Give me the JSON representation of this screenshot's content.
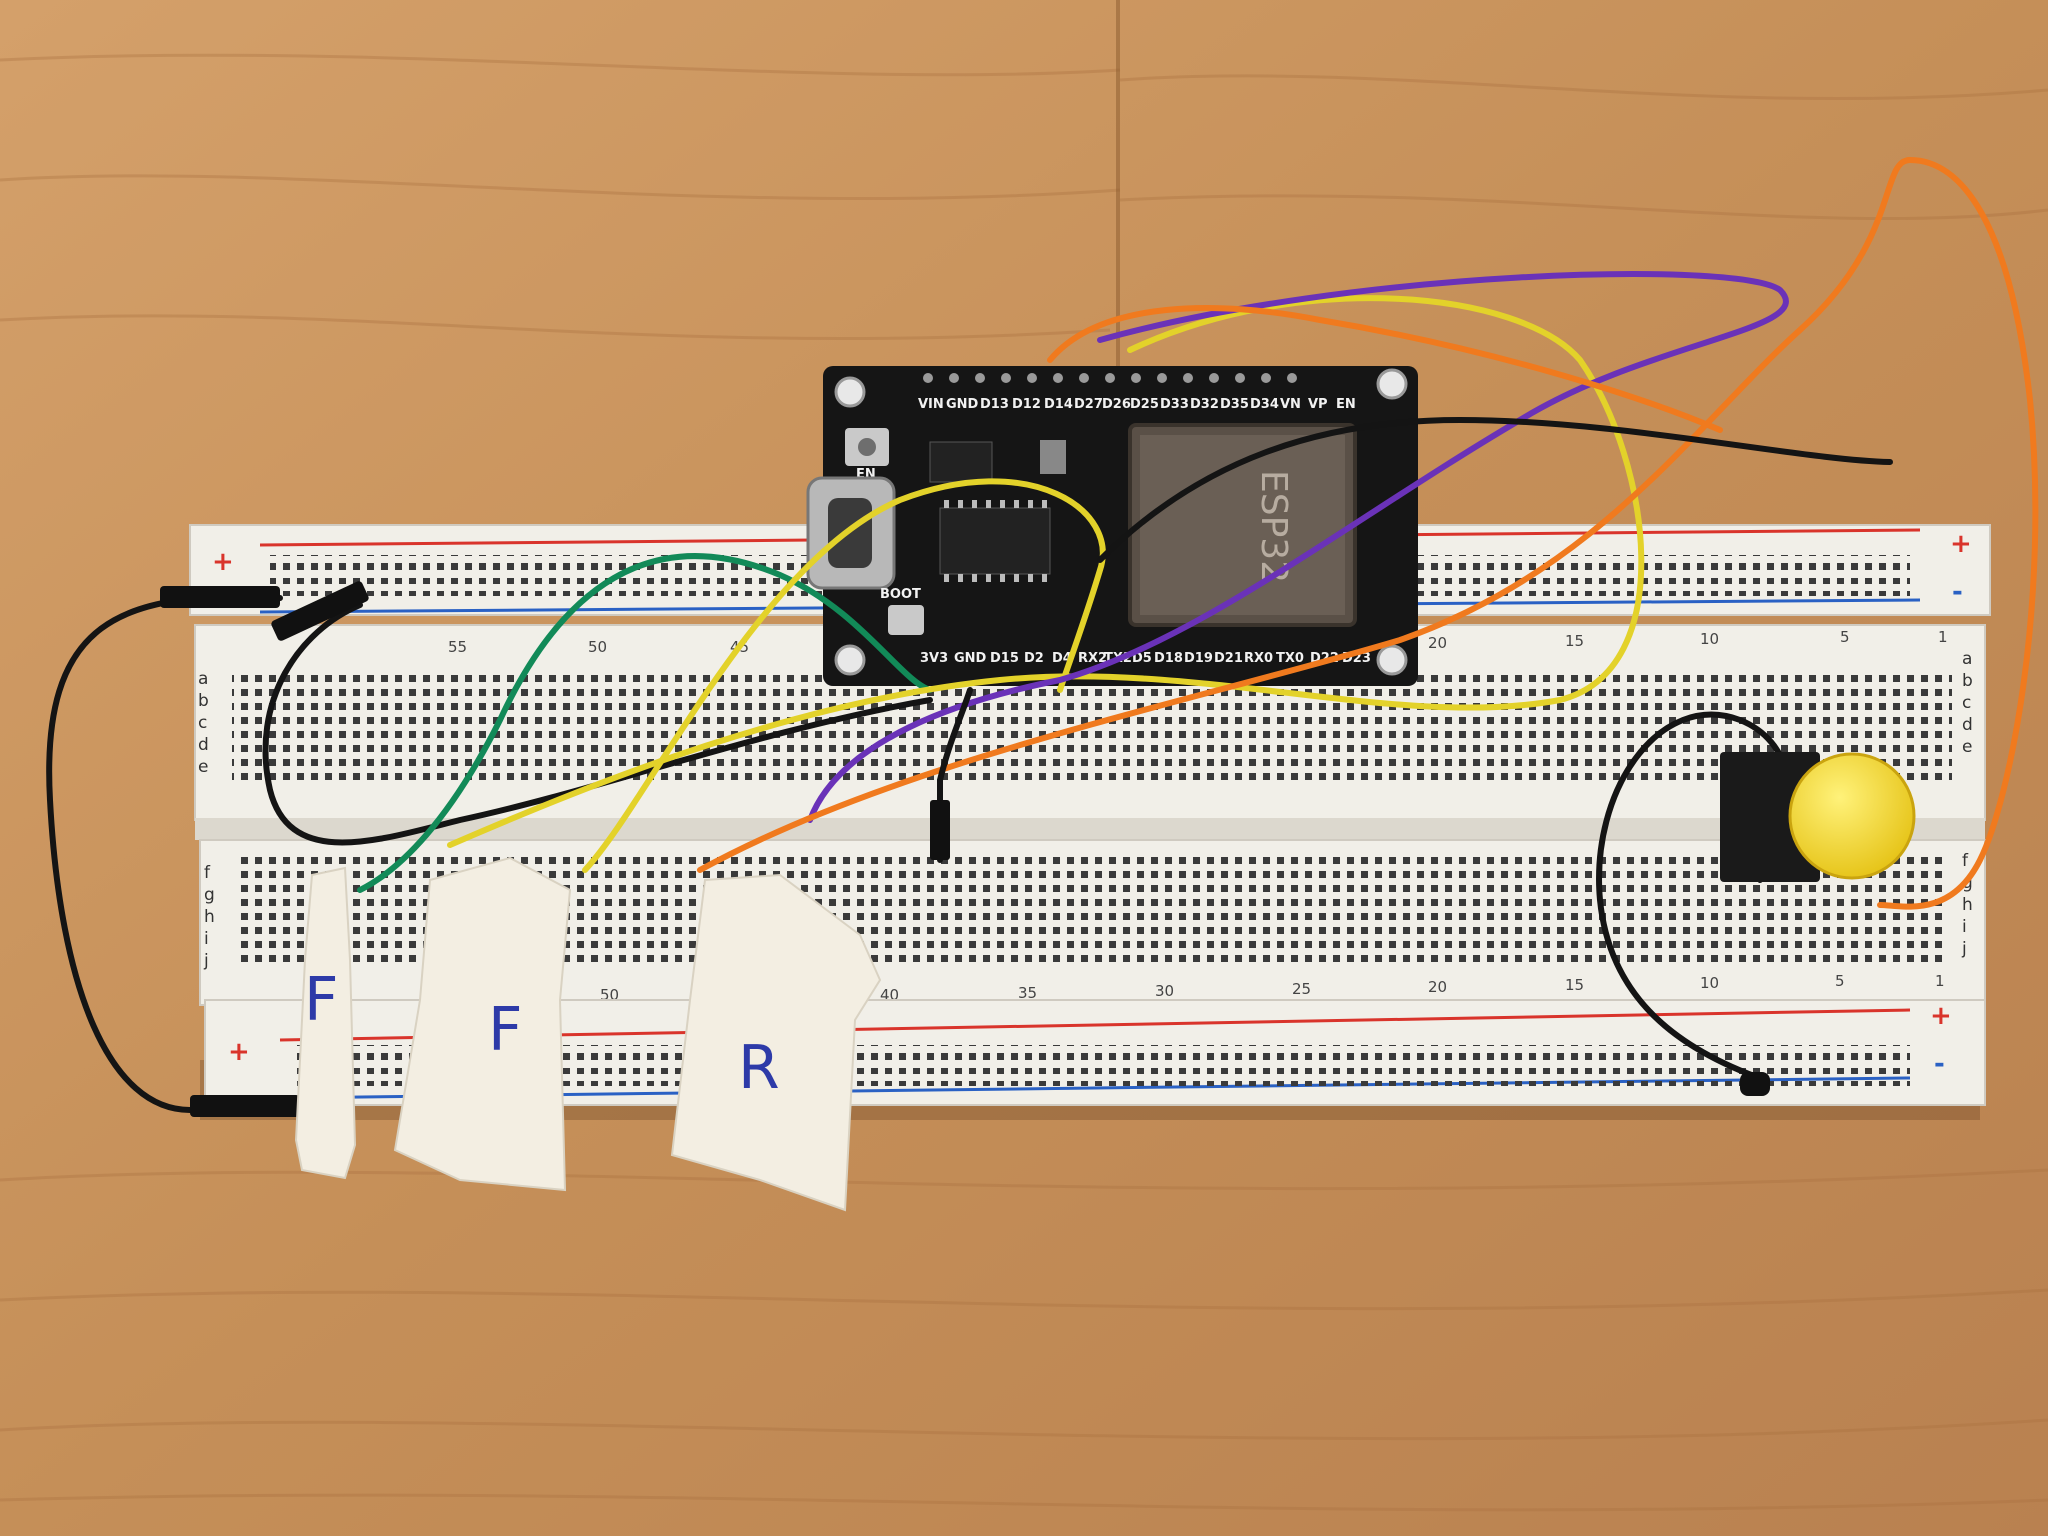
{
  "photo": {
    "colors": {
      "wood": "#c9955f",
      "wood_dark": "#a8713f",
      "board": "#f1efe8",
      "board_hole": "#3a3a3a",
      "rail_red": "#d9342b",
      "rail_blue": "#2a61c4",
      "pcb": "#151515",
      "wire_orange": "#f07a1e",
      "wire_purple": "#6a32b8",
      "wire_yellow": "#e3d22a",
      "wire_black": "#141414",
      "wire_green": "#128a58",
      "button_cap": "#f2d11f",
      "tape": "#f3eee2",
      "tape_ink": "#2d3aa8"
    },
    "rail_signs": {
      "plus": "+",
      "minus": "-"
    },
    "row_letters_top": [
      "a",
      "b",
      "c",
      "d",
      "e"
    ],
    "row_letters_bottom": [
      "f",
      "g",
      "h",
      "i",
      "j"
    ],
    "upper_numbers": [
      "55",
      "50",
      "45",
      "20",
      "15",
      "10",
      "5",
      "1"
    ],
    "lower_numbers": [
      "50",
      "40",
      "35",
      "30",
      "25",
      "20",
      "15",
      "10",
      "5",
      "1"
    ],
    "board_module": {
      "brand": "ESP32",
      "top_pins": [
        "VIN",
        "GND",
        "D13",
        "D12",
        "D14",
        "D27",
        "D26",
        "D25",
        "D33",
        "D32",
        "D35",
        "D34",
        "VN",
        "VP",
        "EN"
      ],
      "bottom_pins": [
        "3V3",
        "GND",
        "D15",
        "D2",
        "D4",
        "RX2",
        "TX2",
        "D5",
        "D18",
        "D19",
        "D21",
        "RX0",
        "TX0",
        "D22",
        "D23"
      ],
      "en_button": "EN",
      "boot_button": "BOOT"
    },
    "tape_labels": [
      "F",
      "F",
      "R"
    ],
    "pushbutton": {
      "cap_color": "yellow"
    }
  }
}
